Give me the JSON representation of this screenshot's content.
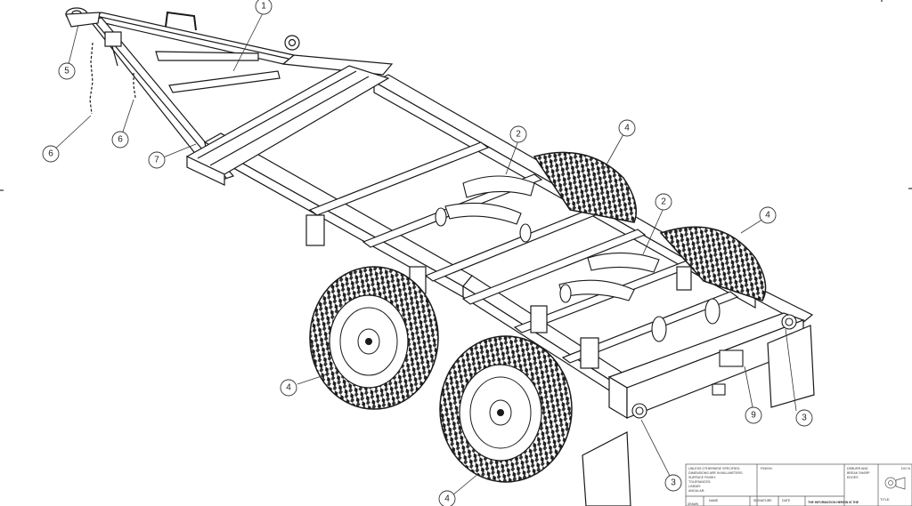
{
  "drawing": {
    "callouts": [
      {
        "id": "c1",
        "number": "1"
      },
      {
        "id": "c2a",
        "number": "2"
      },
      {
        "id": "c2b",
        "number": "2"
      },
      {
        "id": "c3a",
        "number": "3"
      },
      {
        "id": "c3b",
        "number": "3"
      },
      {
        "id": "c4a",
        "number": "4"
      },
      {
        "id": "c4b",
        "number": "4"
      },
      {
        "id": "c4c",
        "number": "4"
      },
      {
        "id": "c4d",
        "number": "4"
      },
      {
        "id": "c5",
        "number": "5"
      },
      {
        "id": "c6a",
        "number": "6"
      },
      {
        "id": "c6b",
        "number": "6"
      },
      {
        "id": "c7",
        "number": "7"
      },
      {
        "id": "c9",
        "number": "9"
      }
    ],
    "line_color": "#1a1a1a",
    "tire_color": "#222222"
  },
  "title_block": {
    "notes_lines": [
      "UNLESS OTHERWISE SPECIFIED:",
      "DIMENSIONS ARE IN MILLIMETERS",
      "SURFACE FINISH:",
      "TOLERANCES:",
      "   LINEAR:",
      "   ANGULAR:"
    ],
    "finish_label": "FINISH:",
    "deburr_lines": [
      "DEBURR AND",
      "BREAK SHARP",
      "EDGES"
    ],
    "do_label": "DO N",
    "title_label": "TITLE:",
    "name_label": "NAME",
    "signature_label": "SIGNATURE",
    "date_label": "DATE",
    "info_text": "THE INFORMATION HEREIN IS THE",
    "drawn_label": "DRAWN"
  }
}
